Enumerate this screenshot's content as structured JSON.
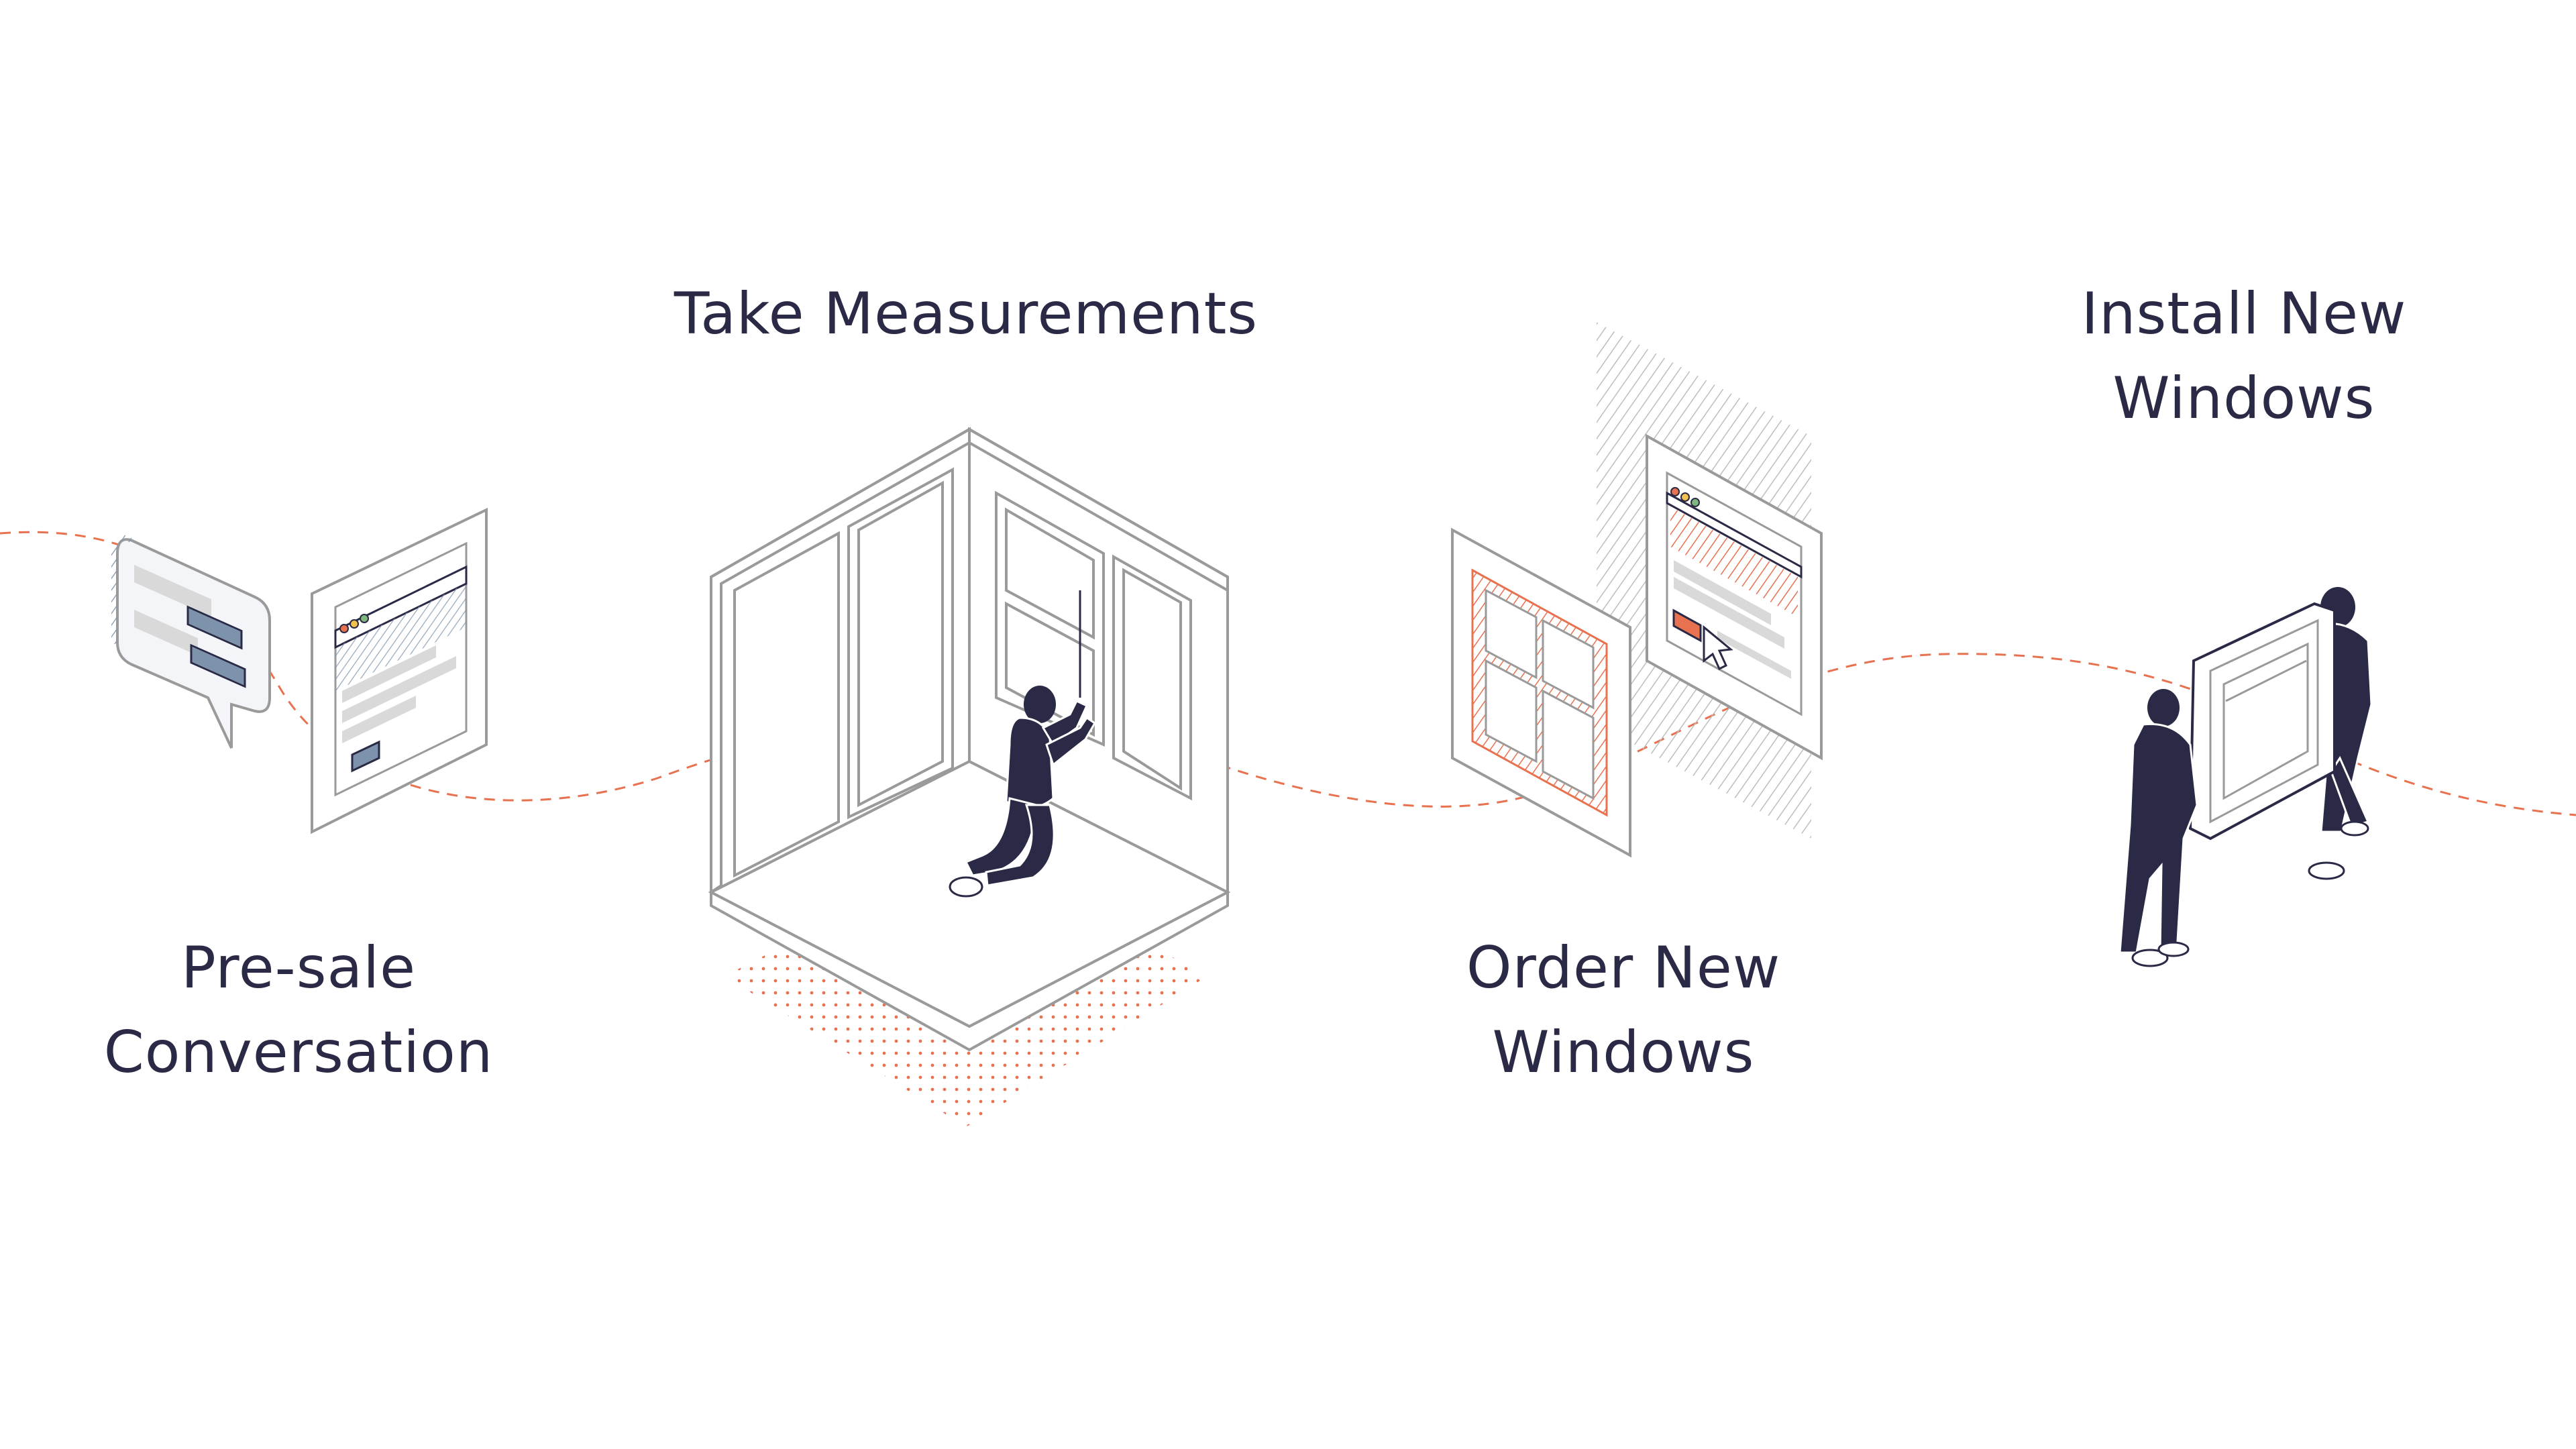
{
  "colors": {
    "ink": "#2a2a46",
    "accent": "#e8714f",
    "line": "#9a9a9a",
    "panel_blue": "#7d93ab",
    "panel_gray": "#d9d9d9"
  },
  "steps": [
    {
      "id": "presale",
      "lines": [
        "Pre-sale",
        "Conversation"
      ],
      "icons": [
        "chat-bubble-icon",
        "browser-window-icon"
      ]
    },
    {
      "id": "measure",
      "lines": [
        "Take Measurements"
      ],
      "icons": [
        "room-corner-icon",
        "kneeling-person-icon",
        "tape-measure-icon"
      ]
    },
    {
      "id": "order",
      "lines": [
        "Order New",
        "Windows"
      ],
      "icons": [
        "window-frame-icon",
        "order-form-icon",
        "cursor-icon"
      ]
    },
    {
      "id": "install",
      "lines": [
        "Install New",
        "Windows"
      ],
      "icons": [
        "two-people-carrying-window-icon"
      ]
    }
  ]
}
